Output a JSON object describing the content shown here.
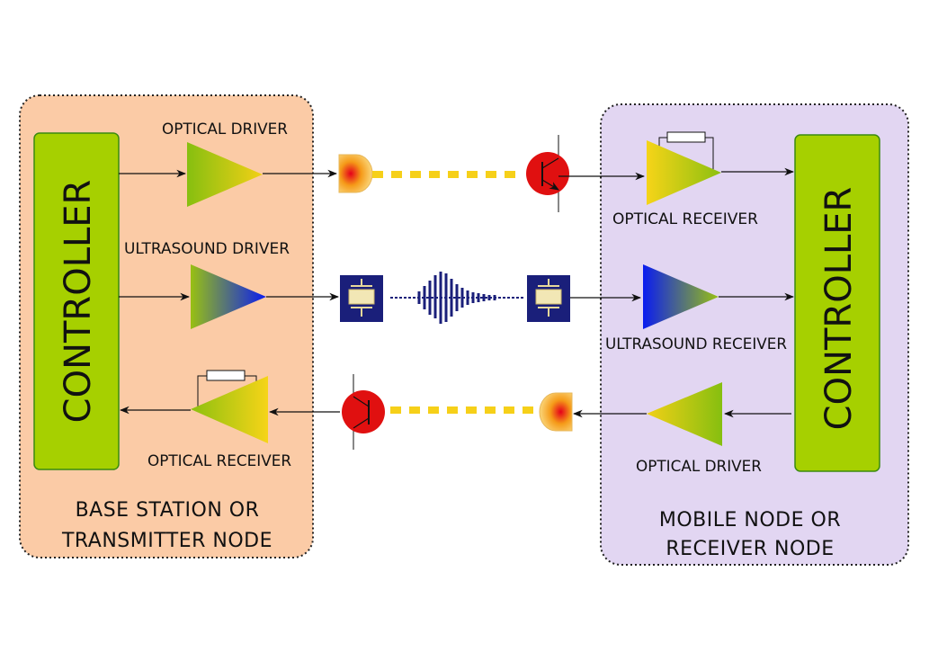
{
  "colors": {
    "base_panel": "#fbcba6",
    "mobile_panel": "#e2d6f2",
    "controller": "#a6d000",
    "optical_beam": "#f6d019",
    "transducer": "#1a1f7a",
    "phototransistor": "#e01010"
  },
  "base_station": {
    "controller_label": "CONTROLLER",
    "node_label_line1": "BASE STATION OR",
    "node_label_line2": "TRANSMITTER NODE",
    "optical_driver_label": "OPTICAL DRIVER",
    "ultrasound_driver_label": "ULTRASOUND DRIVER",
    "optical_receiver_label": "OPTICAL RECEIVER"
  },
  "mobile_node": {
    "controller_label": "CONTROLLER",
    "node_label_line1": "MOBILE NODE OR",
    "node_label_line2": "RECEIVER NODE",
    "optical_receiver_label": "OPTICAL RECEIVER",
    "ultrasound_receiver_label": "ULTRASOUND RECEIVER",
    "optical_driver_label": "OPTICAL DRIVER"
  },
  "icons": [
    "led-icon",
    "phototransistor-icon",
    "ultrasound-transducer-icon",
    "ultrasound-wave-icon",
    "feedback-resistor-icon"
  ]
}
